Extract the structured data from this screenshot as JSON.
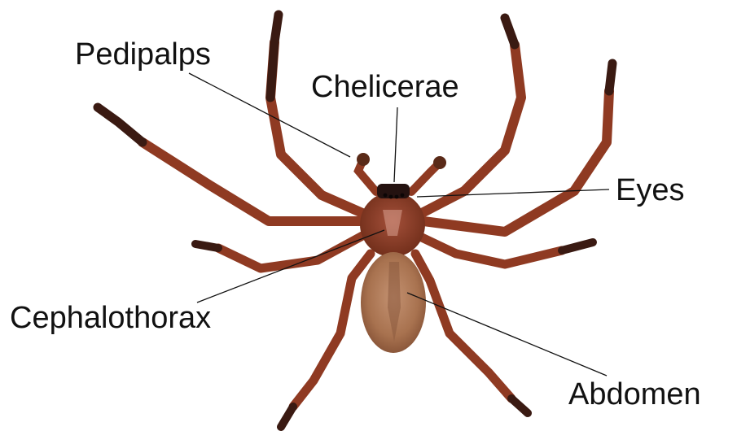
{
  "labels": {
    "pedipalps": "Pedipalps",
    "chelicerae": "Chelicerae",
    "eyes": "Eyes",
    "cephalothorax": "Cephalothorax",
    "abdomen": "Abdomen"
  },
  "colors": {
    "leg": "#8f3a22",
    "leg_dark": "#5a2414",
    "leg_tip": "#2a1410",
    "cephalothorax": "#7e3520",
    "abdomen": "#ad7a5a",
    "abdomen_stripe": "#8a5a3e",
    "leader_line": "#111111"
  }
}
